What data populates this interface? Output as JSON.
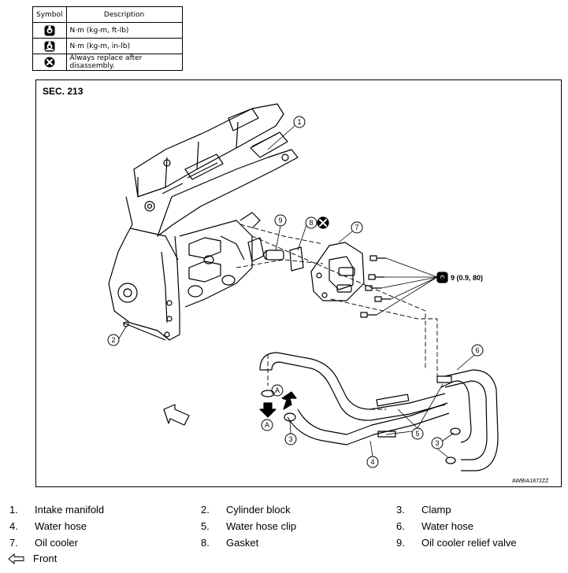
{
  "symbol_table": {
    "header_symbol": "Symbol",
    "header_description": "Description",
    "rows": [
      {
        "icon": "torque-wrench-icon",
        "description": "N·m (kg-m, ft-lb)"
      },
      {
        "icon": "torque-wrench-small-icon",
        "description": "N·m (kg-m, in-lb)"
      },
      {
        "icon": "always-replace-icon",
        "description": "Always replace after disassembly."
      }
    ]
  },
  "diagram": {
    "section": "SEC. 213",
    "figure_id": "AWBIA1872ZZ",
    "torque_spec": "9 (0.9, 80)",
    "callouts": {
      "c1": "1",
      "c2": "2",
      "c3a": "3",
      "c3b": "3",
      "c4": "4",
      "c5": "5",
      "c6": "6",
      "c7": "7",
      "c8": "8",
      "c9": "9",
      "ca1": "A",
      "ca2": "A"
    }
  },
  "legend": [
    {
      "num": "1.",
      "label": "Intake manifold"
    },
    {
      "num": "2.",
      "label": "Cylinder block"
    },
    {
      "num": "3.",
      "label": "Clamp"
    },
    {
      "num": "4.",
      "label": "Water hose"
    },
    {
      "num": "5.",
      "label": "Water hose clip"
    },
    {
      "num": "6.",
      "label": "Water hose"
    },
    {
      "num": "7.",
      "label": "Oil cooler"
    },
    {
      "num": "8.",
      "label": "Gasket"
    },
    {
      "num": "9.",
      "label": "Oil cooler relief valve"
    }
  ],
  "front_label": "Front"
}
